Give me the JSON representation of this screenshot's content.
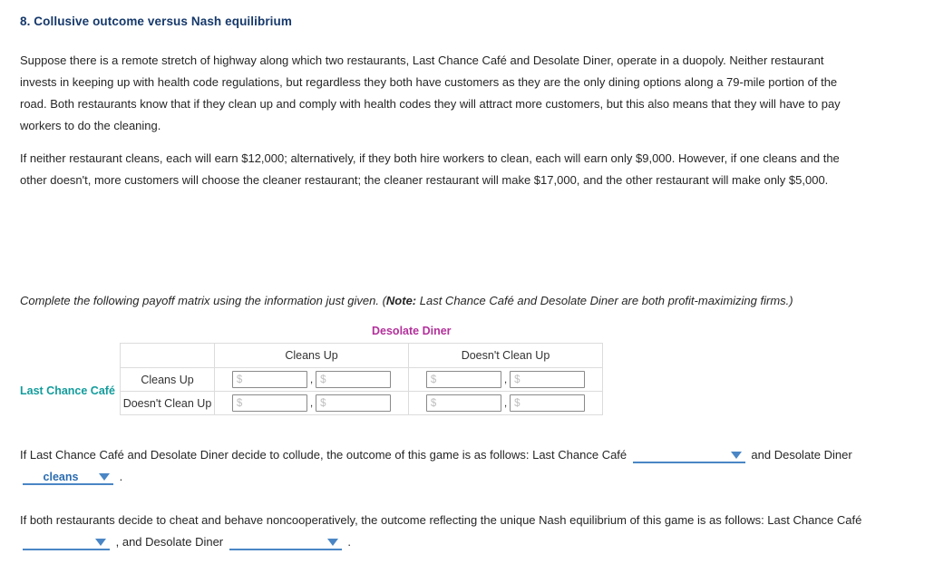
{
  "question": {
    "number_title": "8. Collusive outcome versus Nash equilibrium",
    "paragraph_1": "Suppose there is a remote stretch of highway along which two restaurants, Last Chance Café and Desolate Diner, operate in a duopoly. Neither restaurant invests in keeping up with health code regulations, but regardless they both have customers as they are the only dining options along a 79-mile portion of the road. Both restaurants know that if they clean up and comply with health codes they will attract more customers, but this also means that they will have to pay workers to do the cleaning.",
    "paragraph_2": "If neither restaurant cleans, each will earn $12,000; alternatively, if they both hire workers to clean, each will earn only $9,000. However, if one cleans and the other doesn't, more customers will choose the cleaner restaurant; the cleaner restaurant will make $17,000, and the other restaurant will make only $5,000.",
    "instruction_lead": "Complete the following payoff matrix using the information just given. (",
    "instruction_note_label": "Note:",
    "instruction_note_body": " Last Chance Café and Desolate Diner are both profit-maximizing firms.)"
  },
  "matrix": {
    "column_player": "Desolate Diner",
    "row_player": "Last Chance Café",
    "column_player_color": "#b3319b",
    "row_player_color": "#139c9c",
    "column_headers": [
      "Cleans Up",
      "Doesn't Clean Up"
    ],
    "row_headers": [
      "Cleans Up",
      "Doesn't Clean Up"
    ],
    "cell_placeholder": "$",
    "separator": ",",
    "cells": [
      [
        {
          "left_value": "",
          "right_value": ""
        },
        {
          "left_value": "",
          "right_value": ""
        }
      ],
      [
        {
          "left_value": "",
          "right_value": ""
        },
        {
          "left_value": "",
          "right_value": ""
        }
      ]
    ]
  },
  "collude_question": {
    "text_before": "If Last Chance Café and Desolate Diner decide to collude, the outcome of this game is as follows: Last Chance Café",
    "dropdown_1_value": "",
    "text_middle": "and Desolate Diner",
    "dropdown_2_value": "cleans",
    "text_after": "."
  },
  "nash_question": {
    "text_before": "If both restaurants decide to cheat and behave noncooperatively, the outcome reflecting the unique Nash equilibrium of this game is as follows: Last Chance Café",
    "dropdown_1_value": "",
    "text_middle": ", and Desolate Diner",
    "dropdown_2_value": "",
    "text_after": "."
  }
}
